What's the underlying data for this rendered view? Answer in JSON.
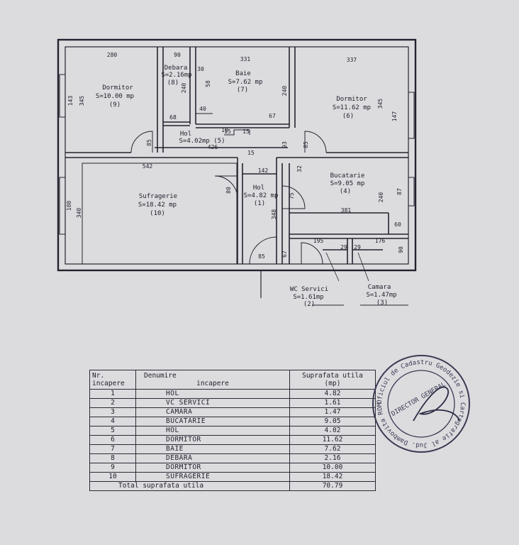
{
  "plan": {
    "rooms": [
      {
        "name": "Dormitor",
        "area": "S=10.00 mp",
        "num": "(9)"
      },
      {
        "name": "Debara",
        "area": "S=2.16mp",
        "num": "(8)"
      },
      {
        "name": "Baie",
        "area": "S=7.62 mp",
        "num": "(7)"
      },
      {
        "name": "Dormitor",
        "area": "S=11.62 mp",
        "num": "(6)"
      },
      {
        "name": "Hol",
        "area": "S=4.02mp (5)",
        "num": ""
      },
      {
        "name": "Sufragerie",
        "area": "S=18.42 mp",
        "num": "(10)"
      },
      {
        "name": "Hol",
        "area": "S=4.82 mp",
        "num": "(1)"
      },
      {
        "name": "Bucatarie",
        "area": "S=9.05 mp",
        "num": "(4)"
      },
      {
        "name": "WC Servici",
        "area": "S=1.61mp",
        "num": "(2)"
      },
      {
        "name": "Camara",
        "area": "S=1.47mp",
        "num": "(3)"
      }
    ],
    "dims": [
      "280",
      "90",
      "331",
      "337",
      "143",
      "345",
      "68",
      "240",
      "30",
      "40",
      "67",
      "240",
      "345",
      "147",
      "85",
      "426",
      "15",
      "15",
      "93",
      "85",
      "542",
      "142",
      "32",
      "80",
      "75",
      "240",
      "87",
      "180",
      "340",
      "348",
      "381",
      "60",
      "195",
      "29",
      "29",
      "176",
      "85",
      "67",
      "90",
      "15",
      "58",
      "10"
    ]
  },
  "table": {
    "headers": {
      "nr": "Nr. incapere",
      "den_top": "Denumire",
      "den_bottom": "incapere",
      "sup_top": "Suprafata utila",
      "sup_bottom": "(mp)"
    },
    "rows": [
      {
        "nr": "1",
        "name": "HOL",
        "area": "4.82"
      },
      {
        "nr": "2",
        "name": "VC SERVICI",
        "area": "1.61"
      },
      {
        "nr": "3",
        "name": "CAMARA",
        "area": "1.47"
      },
      {
        "nr": "4",
        "name": "BUCATARIE",
        "area": "9.05"
      },
      {
        "nr": "5",
        "name": "HOL",
        "area": "4.02"
      },
      {
        "nr": "6",
        "name": "DORMITOR",
        "area": "11.62"
      },
      {
        "nr": "7",
        "name": "BAIE",
        "area": "7.62"
      },
      {
        "nr": "8",
        "name": "DEBARA",
        "area": "2.16"
      },
      {
        "nr": "9",
        "name": "DORMITOR",
        "area": "10.00"
      },
      {
        "nr": "10",
        "name": "SUFRAGERIE",
        "area": "18.42"
      }
    ],
    "total_label": "Total suprafata utila",
    "total_value": "70.79"
  },
  "stamp": {
    "text": "Oficiul de Cadastru Geodezie si Cartografie al Jud. Dambovita ROMANIA",
    "center": "DIRECTOR GENERAL"
  },
  "colors": {
    "paper": "#dcdcdf",
    "ink": "#1e1e2a",
    "stamp": "#3a3a52"
  }
}
